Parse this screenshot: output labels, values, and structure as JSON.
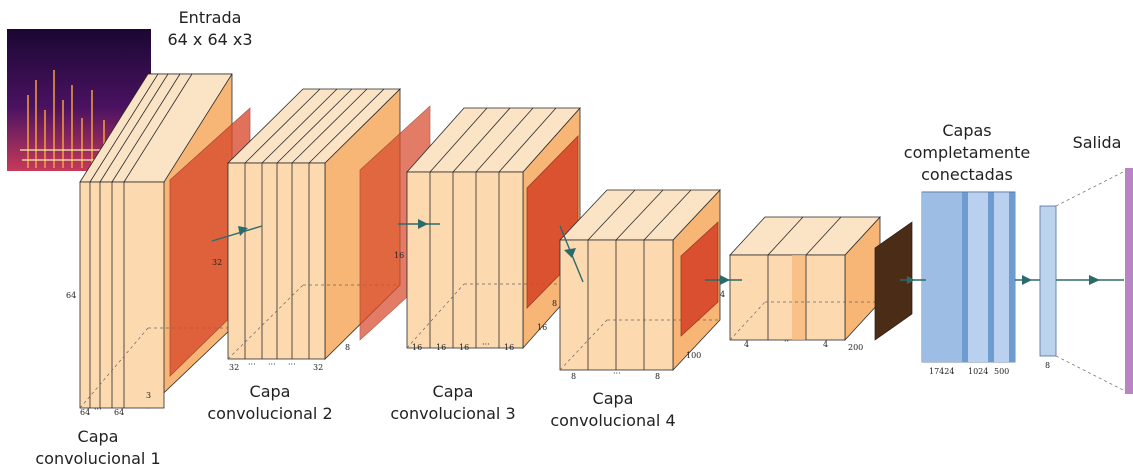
{
  "input": {
    "title": "Entrada",
    "size": "64 x 64 x3"
  },
  "conv1": {
    "label_line1": "Capa",
    "label_line2": "convolucional 1",
    "height_label": "64",
    "depth_label": "3",
    "width_labels": [
      "64",
      "···",
      "64"
    ]
  },
  "conv2": {
    "label_line1": "Capa",
    "label_line2": "convolucional 2",
    "height_label": "32",
    "depth_label": "8",
    "width_labels": [
      "32",
      "···",
      "···",
      "···",
      "32"
    ]
  },
  "conv3": {
    "label_line1": "Capa",
    "label_line2": "convolucional 3",
    "height_label": "16",
    "depth_label": "16",
    "width_labels": [
      "16",
      "16",
      "16",
      "···",
      "16"
    ]
  },
  "conv4": {
    "label_line1": "Capa",
    "label_line2": "convolucional 4",
    "height_label": "8",
    "depth_label": "100",
    "width_labels": [
      "8",
      "···",
      "8"
    ]
  },
  "conv5": {
    "height_label": "4",
    "depth_label": "200",
    "width_labels": [
      "4",
      "··",
      "4"
    ]
  },
  "fc": {
    "label_line1": "Capas",
    "label_line2": "completamente",
    "label_line3": "conectadas",
    "unit_labels": [
      "17424",
      "1024",
      "500"
    ]
  },
  "output": {
    "title": "Salida",
    "unit_label": "8"
  },
  "colors": {
    "conv_face": "#fdd9b0",
    "conv_side": "#f7b676",
    "conv_top": "#fbe3c6",
    "pool": "#d94a2c",
    "pool_light": "#e27a77",
    "fc_face": "#a9c6e8",
    "fc_stripe": "#6f9cd0",
    "dark_block": "#4a2c17",
    "arrow": "#2b6b6b",
    "output_bar": "#b884c5"
  }
}
